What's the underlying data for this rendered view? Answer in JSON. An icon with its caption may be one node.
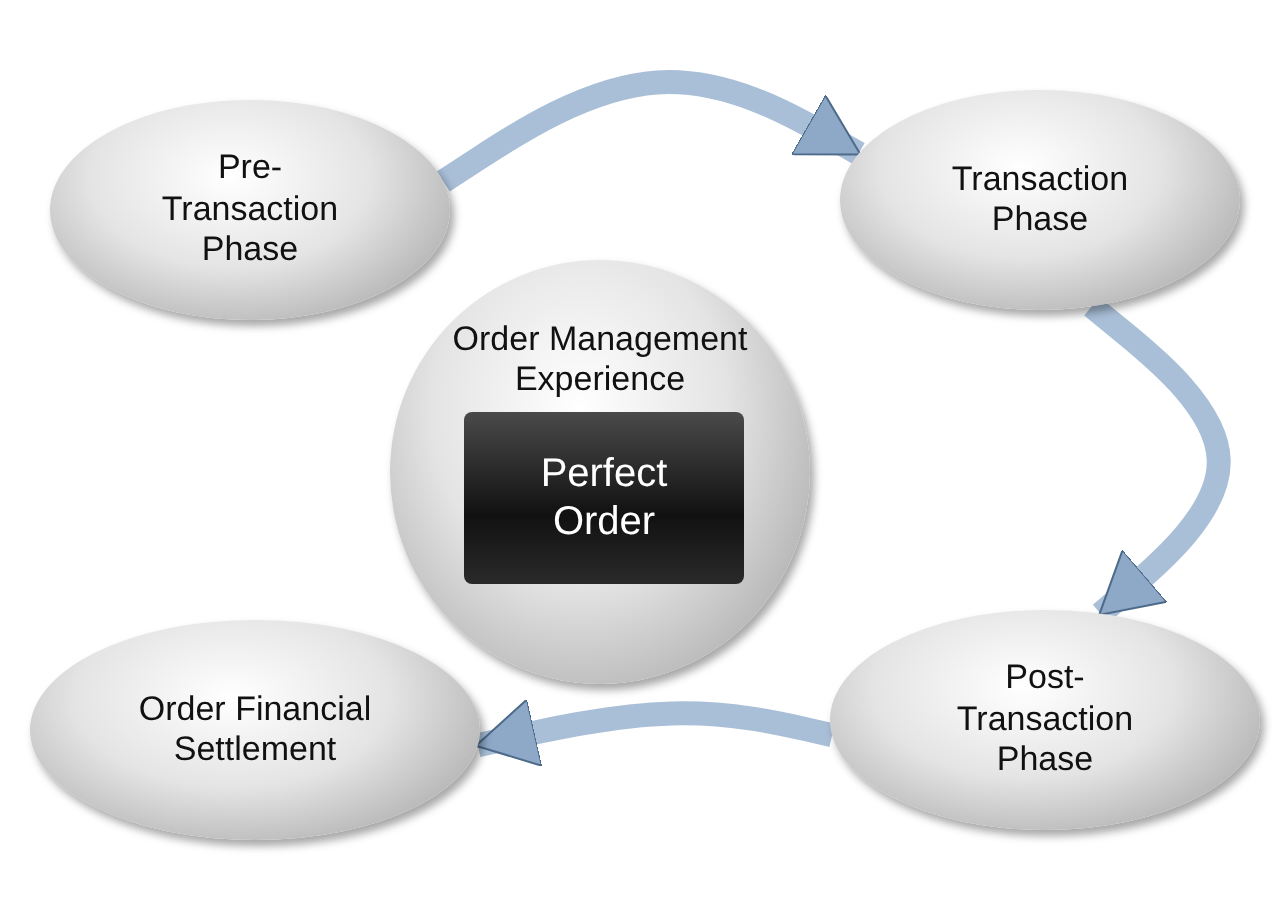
{
  "diagram": {
    "nodes": [
      {
        "text": [
          "Pre- Transaction Phase"
        ]
      },
      {
        "text": [
          "Transaction Phase"
        ]
      },
      {
        "text": [
          "Order Management Experience"
        ]
      },
      {
        "text": [
          "Perfect Order"
        ],
        "in": 2
      },
      {
        "text": [
          "Post- Transaction Phase"
        ]
      },
      {
        "text": [
          "Order Financial Settlement"
        ]
      }
    ],
    "edges": [
      {
        "from": 0,
        "to": 1,
        "arrow": "to"
      },
      {
        "from": 1,
        "to": 4,
        "arrow": "to"
      },
      {
        "from": 4,
        "to": 5,
        "arrow": "to"
      }
    ]
  }
}
